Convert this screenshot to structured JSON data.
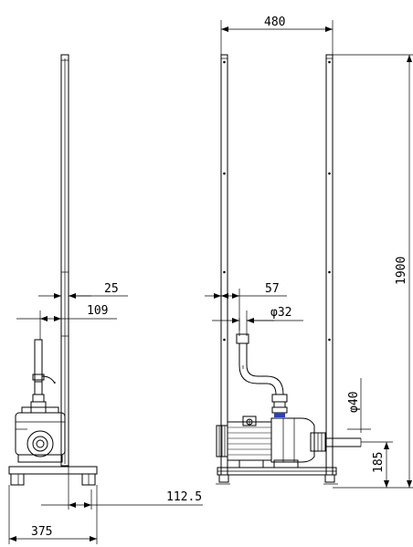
{
  "dimensions": {
    "side_view": {
      "column_width": "25",
      "column_offset": "109",
      "pump_offset": "112.5",
      "base_width": "375"
    },
    "front_view": {
      "frame_width": "480",
      "frame_height": "1900",
      "pipe_offset": "57",
      "pipe_diameter": "φ32",
      "outlet_diameter": "φ40",
      "outlet_height": "185"
    }
  },
  "colors": {
    "line": "#000000",
    "accent": "#2b3fbf"
  }
}
